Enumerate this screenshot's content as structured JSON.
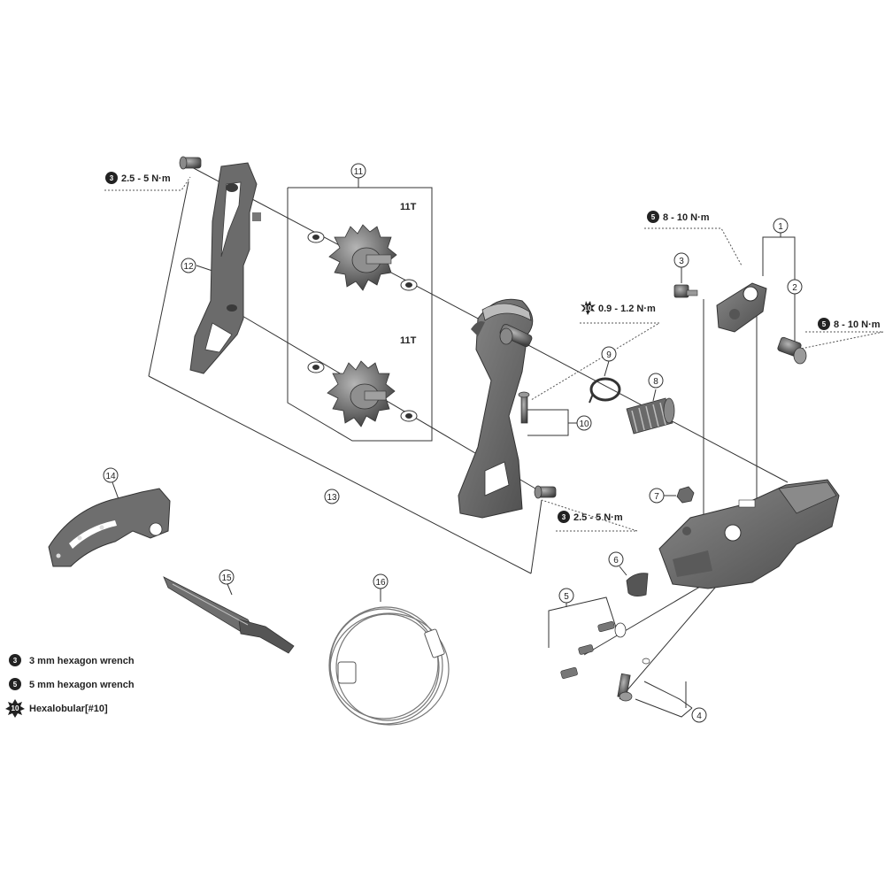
{
  "callouts": [
    "1",
    "2",
    "3",
    "4",
    "5",
    "6",
    "7",
    "8",
    "9",
    "10",
    "11",
    "12",
    "13",
    "14",
    "15",
    "16"
  ],
  "torques": {
    "t_top_left": "2.5 - 5 N·m",
    "t_mid": "0.9 - 1.2 N·m",
    "t_cage_bolt": "2.5 - 5 N·m",
    "t_top_right": "8 - 10 N·m",
    "t_right": "8 - 10 N·m"
  },
  "tool_badges": {
    "three": "3",
    "five": "5",
    "ten": "10"
  },
  "pulley_labels": {
    "upper": "11T",
    "lower": "11T"
  },
  "legend": [
    {
      "badge": "3",
      "text": "3 mm hexagon wrench"
    },
    {
      "badge": "5",
      "text": "5 mm hexagon wrench"
    },
    {
      "badge": "10",
      "text": "Hexalobular[#10]"
    }
  ],
  "colors": {
    "part": "#6f6f6f",
    "part_dark": "#4a4a4a",
    "part_light": "#9a9a9a",
    "line": "#333333"
  }
}
